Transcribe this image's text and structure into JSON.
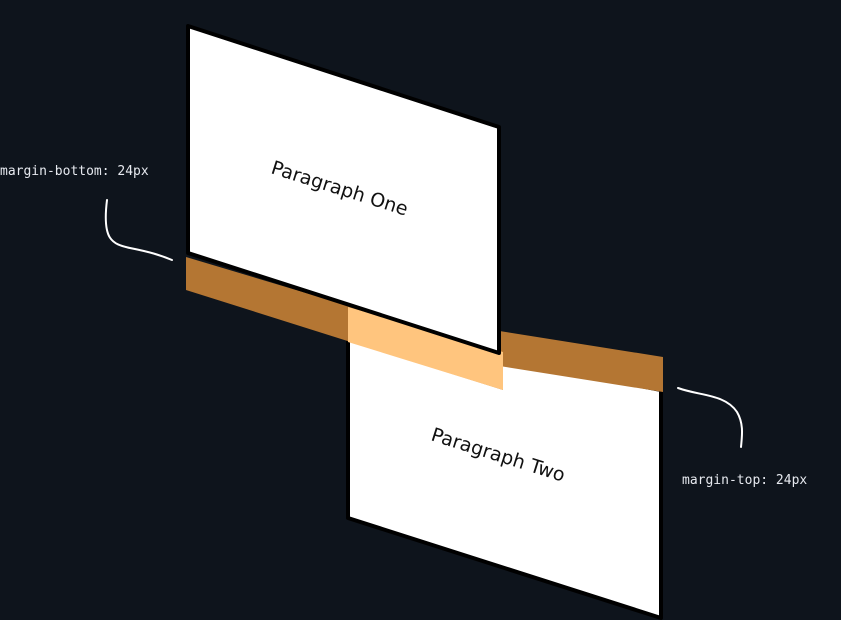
{
  "labels": {
    "margin_bottom": "margin-bottom: 24px",
    "margin_top": "margin-top: 24px"
  },
  "paragraphs": {
    "one": "Paragraph One",
    "two": "Paragraph Two"
  },
  "colors": {
    "background": "#0e141c",
    "margin_band": "#b47633",
    "margin_overlap": "#ffc57e",
    "paragraph_fill": "#ffffff",
    "paragraph_stroke": "#000000",
    "annotation_line": "#ffffff"
  }
}
